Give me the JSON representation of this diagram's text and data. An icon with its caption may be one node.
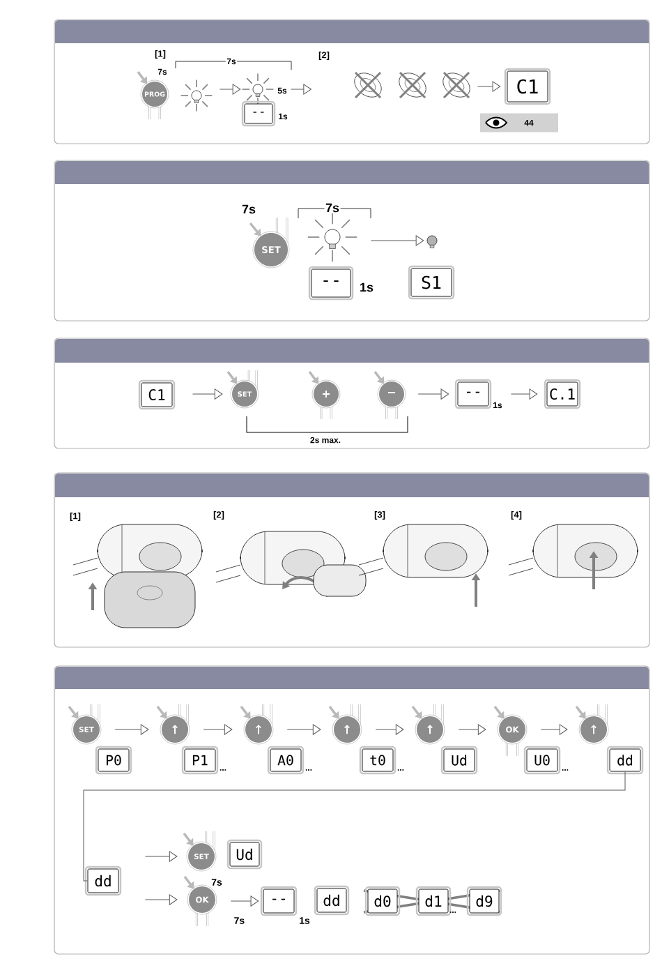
{
  "diagram": {
    "nodes": [
      {
        "text": [
          "PROG"
        ],
        "beside": [
          "7s"
        ]
      },
      {
        "text": [],
        "shape": "bulb"
      },
      {
        "text": [],
        "shape": "bulb",
        "beside": [
          "5s"
        ]
      },
      {
        "text": [
          "--"
        ],
        "beside": [
          "1s"
        ]
      },
      {
        "text": [],
        "shape": "picture"
      },
      {
        "text": [],
        "shape": "picture"
      },
      {
        "text": [],
        "shape": "picture"
      },
      {
        "text": [
          "C1"
        ]
      },
      {
        "text": [
          "44"
        ]
      },
      {
        "text": [
          "SET"
        ],
        "beside": [
          "7s"
        ]
      },
      {
        "text": [],
        "shape": "bulb"
      },
      {
        "text": [
          "--"
        ],
        "beside": [
          "1s"
        ]
      },
      {
        "text": [],
        "shape": "bulb"
      },
      {
        "text": [
          "S1"
        ]
      },
      {
        "text": [
          "C1"
        ]
      },
      {
        "text": [
          "SET"
        ]
      },
      {
        "text": [
          "+"
        ]
      },
      {
        "text": [
          "−"
        ]
      },
      {
        "text": [
          "--"
        ],
        "beside": [
          "1s"
        ]
      },
      {
        "text": [
          "C.1"
        ]
      },
      {
        "text": [
          "SET"
        ]
      },
      {
        "text": [
          "P0"
        ]
      },
      {
        "text": [
          "↑"
        ]
      },
      {
        "text": [
          "P1"
        ],
        "beside": [
          "..."
        ]
      },
      {
        "text": [
          "↑"
        ]
      },
      {
        "text": [
          "A0"
        ],
        "beside": [
          "..."
        ]
      },
      {
        "text": [
          "↑"
        ]
      },
      {
        "text": [
          "t0"
        ],
        "beside": [
          "..."
        ]
      },
      {
        "text": [
          "↑"
        ]
      },
      {
        "text": [
          "Ud"
        ]
      },
      {
        "text": [
          "OK"
        ]
      },
      {
        "text": [
          "U0"
        ],
        "beside": [
          "..."
        ]
      },
      {
        "text": [
          "↑"
        ]
      },
      {
        "text": [
          "dd"
        ]
      },
      {
        "text": [
          "dd"
        ]
      },
      {
        "text": [
          "SET"
        ]
      },
      {
        "text": [
          "Ud"
        ]
      },
      {
        "text": [
          "OK"
        ],
        "beside": [
          "7s"
        ]
      },
      {
        "text": [
          "--"
        ],
        "beside": [
          "1s"
        ]
      },
      {
        "text": [
          "dd"
        ]
      },
      {
        "text": [
          "d0"
        ]
      },
      {
        "text": [
          "d1"
        ],
        "beside": [
          "..."
        ]
      },
      {
        "text": [
          "d9"
        ]
      }
    ],
    "edges": [
      {
        "from": 1,
        "to": 2,
        "arrow": "to"
      },
      {
        "from": 2,
        "to": null,
        "arrow": "to"
      },
      {
        "from": 6,
        "to": 7,
        "arrow": "to"
      },
      {
        "from": 10,
        "to": 12,
        "arrow": "to"
      },
      {
        "from": 14,
        "to": 15,
        "arrow": "to"
      },
      {
        "from": 17,
        "to": 18,
        "arrow": "to"
      },
      {
        "from": 18,
        "to": 19,
        "arrow": "to"
      },
      {
        "from": 20,
        "to": 22,
        "arrow": "to"
      },
      {
        "from": 22,
        "to": 24,
        "arrow": "to"
      },
      {
        "from": 24,
        "to": 26,
        "arrow": "to"
      },
      {
        "from": 26,
        "to": 28,
        "arrow": "to"
      },
      {
        "from": 28,
        "to": 30,
        "arrow": "to"
      },
      {
        "from": 30,
        "to": 32,
        "arrow": "to"
      },
      {
        "from": 33,
        "to": 34,
        "arrow": "none"
      },
      {
        "from": 34,
        "to": 35,
        "arrow": "to"
      },
      {
        "from": 34,
        "to": 37,
        "arrow": "to"
      },
      {
        "from": 37,
        "to": 38,
        "arrow": "to",
        "label": "7s"
      }
    ],
    "labels": [
      "[1]",
      "7s",
      "[2]",
      "7s",
      "2s max.",
      "[1]",
      "[2]",
      "[3]",
      "[4]"
    ]
  }
}
